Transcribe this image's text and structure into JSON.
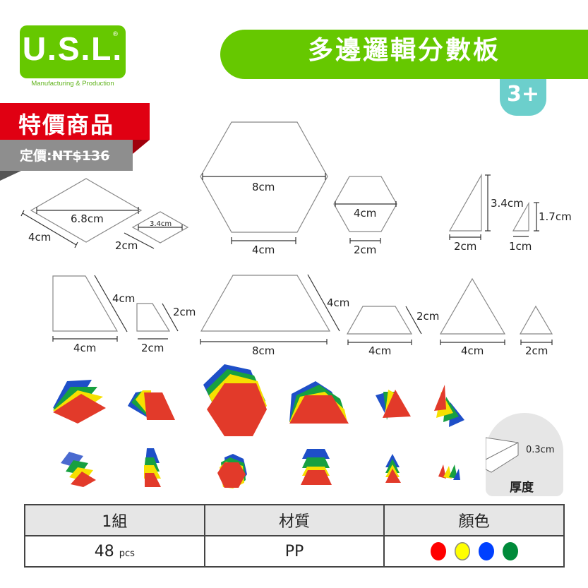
{
  "brand": {
    "logo_text": "U.S.L.",
    "registered_mark": "®",
    "tagline": "Manufacturing & Production",
    "color": "#66c800"
  },
  "header": {
    "title": "多邊邏輯分數板",
    "age_badge": "3+",
    "title_bar_color": "#66c800",
    "age_badge_color": "#6ccfcc"
  },
  "promo": {
    "sale_label": "特價商品",
    "price_prefix": "定價:",
    "price_value": "NT$136",
    "sale_color": "#e00012",
    "price_bg": "#8e8e8e"
  },
  "dimensions": {
    "rhombus_large": {
      "diagonal": "6.8cm",
      "side": "4cm"
    },
    "rhombus_small": {
      "diagonal": "3.4cm",
      "side": "2cm"
    },
    "hexagon_large": {
      "width": "8cm",
      "side": "4cm"
    },
    "hexagon_small": {
      "width": "4cm",
      "side": "2cm"
    },
    "right_triangle_large": {
      "height": "3.4cm",
      "base": "2cm"
    },
    "right_triangle_small": {
      "height": "1.7cm",
      "base": "1cm"
    },
    "right_trapezoid_large": {
      "slant": "4cm",
      "base": "4cm"
    },
    "right_trapezoid_small": {
      "slant": "2cm",
      "base": "2cm"
    },
    "trapezoid_large": {
      "slant": "4cm",
      "base": "8cm"
    },
    "trapezoid_small": {
      "slant": "2cm",
      "base": "4cm"
    },
    "triangle_large": {
      "base": "4cm"
    },
    "triangle_small": {
      "base": "2cm"
    }
  },
  "thickness": {
    "value": "0.3cm",
    "label": "厚度"
  },
  "spec_table": {
    "headers": [
      "1組",
      "材質",
      "顏色"
    ],
    "quantity_number": "48",
    "quantity_unit": "pcs",
    "material": "PP",
    "colors": [
      {
        "name": "red",
        "hex": "#ff0000"
      },
      {
        "name": "yellow",
        "hex": "#ffff00"
      },
      {
        "name": "blue",
        "hex": "#0040ff"
      },
      {
        "name": "green",
        "hex": "#008a3a"
      }
    ]
  }
}
